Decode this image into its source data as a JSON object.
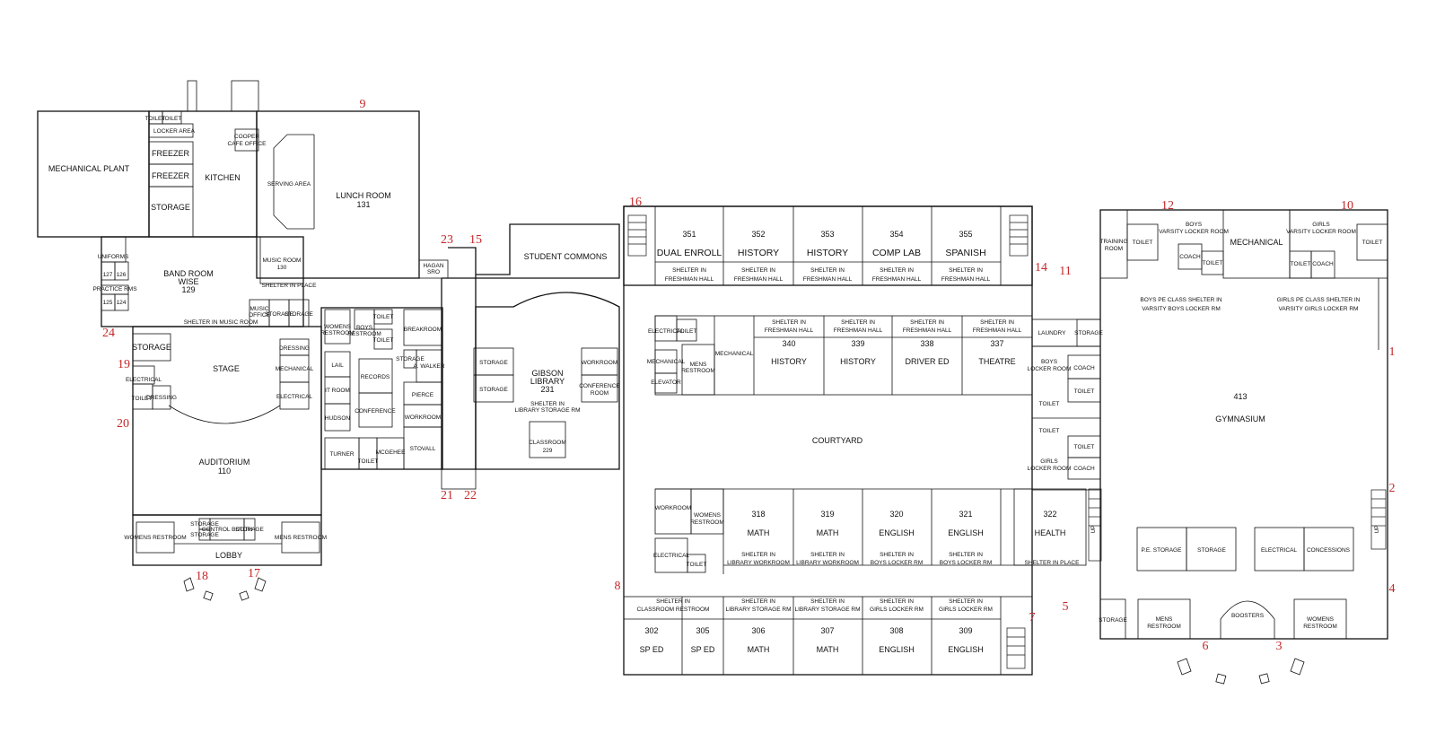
{
  "rooms": {
    "mechanical_plant": "MECHANICAL PLANT",
    "toilet_1": "TOILET",
    "toilet_2": "TOILET",
    "locker_area": "LOCKER AREA",
    "freezer_1": "FREEZER",
    "freezer_2": "FREEZER",
    "storage_kitchen": "STORAGE",
    "kitchen": "KITCHEN",
    "cooper": "COOPER",
    "cafe_office": "CAFE OFFICE",
    "serving_area": "SERVING AREA",
    "lunch_room": "LUNCH ROOM",
    "lunch_room_num": "131",
    "uniforms": "UNIFORMS",
    "r127": "127",
    "r126": "126",
    "practice_rms": "PRACTICE RMS",
    "r125": "125",
    "r124": "124",
    "band_room": "BAND ROOM",
    "band_wise": "WISE",
    "band_num": "129",
    "music_room": "MUSIC ROOM",
    "music_room_num": "130",
    "shelter_in_place_music": "SHELTER IN PLACE",
    "shelter_in_music_room": "SHELTER IN MUSIC ROOM",
    "music_office_1": "MUSIC",
    "music_office_2": "OFFICE",
    "storage_music_1": "STORAGE",
    "storage_music_2": "STORAGE",
    "hagan_1": "HAGAN",
    "hagan_2": "SRO",
    "storage_stage": "STORAGE",
    "stage": "STAGE",
    "dressing_1": "DRESSING",
    "dressing_2": "DRESSING",
    "electrical_stage_l": "ELECTRICAL",
    "toilet_stage": "TOILET",
    "mechanical_stage": "MECHANICAL",
    "electrical_stage_r": "ELECTRICAL",
    "auditorium": "AUDITORIUM",
    "auditorium_num": "110",
    "womens_restroom_lobby": "WOMENS RESTROOM",
    "storage_booth_1": "STORAGE",
    "storage_booth_2": "STORAGE",
    "control_booth": "CONTROL BOOTH",
    "storage_booth_3": "STORAGE",
    "mens_restroom_lobby": "MENS RESTROOM",
    "lobby": "LOBBY",
    "womens_restroom_admin_1": "WOMENS",
    "womens_restroom_admin_2": "RESTROOM",
    "boys_restroom_1": "BOYS",
    "boys_restroom_2": "RESTROOM",
    "toilet_admin_1": "TOILET",
    "toilet_admin_2": "TOILET",
    "lail": "LAIL",
    "it_room": "IT ROOM",
    "records": "RECORDS",
    "conference_admin": "CONFERENCE",
    "hudson": "HUDSON",
    "turner": "TURNER",
    "toilet_admin_3": "TOILET",
    "mcgehee": "MCGEHEE",
    "breakroom": "BREAKROOM",
    "storage_admin": "STORAGE",
    "a_walker": "A. WALKER",
    "pierce": "PIERCE",
    "workroom_admin": "WORKROOM",
    "stovall": "STOVALL",
    "student_commons": "STUDENT COMMONS",
    "storage_lib_1": "STORAGE",
    "storage_lib_2": "STORAGE",
    "gibson_library_1": "GIBSON",
    "gibson_library_2": "LIBRARY",
    "gibson_library_num": "231",
    "shelter_library_1": "SHELTER IN",
    "shelter_library_2": "LIBRARY STORAGE RM",
    "workroom_lib": "WORKROOM",
    "conference_lib_1": "CONFERENCE",
    "conference_lib_2": "ROOM",
    "classroom_229_1": "CLASSROOM",
    "classroom_229_2": "229",
    "r351_num": "351",
    "r351": "DUAL ENROLL",
    "r352_num": "352",
    "r352": "HISTORY",
    "r353_num": "353",
    "r353": "HISTORY",
    "r354_num": "354",
    "r354": "COMP LAB",
    "r355_num": "355",
    "r355": "SPANISH",
    "shelter_in": "SHELTER IN",
    "freshman_hall": "FRESHMAN HALL",
    "electrical_300": "ELECTRICAL",
    "toilet_300": "TOILET",
    "mechanical_300": "MECHANICAL",
    "elevator": "ELEVATOR",
    "mens_restroom_300_1": "MENS",
    "mens_restroom_300_2": "RESTROOM",
    "mechanical_300b": "MECHANICAL",
    "r340_num": "340",
    "r340": "HISTORY",
    "r339_num": "339",
    "r339": "HISTORY",
    "r338_num": "338",
    "r338": "DRIVER ED",
    "r337_num": "337",
    "r337": "THEATRE",
    "laundry": "LAUNDRY",
    "storage_laundry": "STORAGE",
    "boys_locker_room_1": "BOYS",
    "boys_locker_room_2": "LOCKER ROOM",
    "coach_1": "COACH",
    "toilet_coach_1": "TOILET",
    "toilet_boys": "TOILET",
    "courtyard": "COURTYARD",
    "toilet_girls": "TOILET",
    "girls_locker_room_1": "GIRLS",
    "girls_locker_room_2": "LOCKER ROOM",
    "toilet_coach_2": "TOILET",
    "coach_2": "COACH",
    "workroom_300": "WORKROOM",
    "womens_restroom_300_1": "WOMENS",
    "womens_restroom_300_2": "RESTROOM",
    "electrical_300b": "ELECTRICAL",
    "toilet_300b": "TOILET",
    "r318_num": "318",
    "r318": "MATH",
    "r319_num": "319",
    "r319": "MATH",
    "r320_num": "320",
    "r320": "ENGLISH",
    "r321_num": "321",
    "r321": "ENGLISH",
    "r322_num": "322",
    "r322": "HEALTH",
    "shelter_library_workroom": "LIBRARY WORKROOM",
    "shelter_boys_locker_rm": "BOYS LOCKER RM",
    "shelter_in_place": "SHELTER IN PLACE",
    "shelter_classroom_restroom": "CLASSROOM RESTROOM",
    "shelter_library_storage_rm": "LIBRARY STORAGE RM",
    "shelter_girls_locker_rm": "GIRLS LOCKER RM",
    "r302_num": "302",
    "r302": "SP ED",
    "r305_num": "305",
    "r305": "SP ED",
    "r306_num": "306",
    "r306": "MATH",
    "r307_num": "307",
    "r307": "MATH",
    "r308_num": "308",
    "r308": "ENGLISH",
    "r309_num": "309",
    "r309": "ENGLISH",
    "training_room_1": "TRAINING",
    "training_room_2": "ROOM",
    "toilet_gym_1": "TOILET",
    "boys_varsity_1": "BOYS",
    "boys_varsity_2": "VARSITY LOCKER ROOM",
    "coach_gym_1": "COACH",
    "toilet_gym_2": "TOILET",
    "mechanical_gym": "MECHANICAL",
    "girls_varsity_1": "GIRLS",
    "girls_varsity_2": "VARSITY LOCKER ROOM",
    "toilet_gym_3": "TOILET",
    "toilet_gym_4": "TOILET",
    "coach_gym_2": "COACH",
    "boys_pe_1": "BOYS PE CLASS SHELTER IN",
    "boys_pe_2": "VARSITY BOYS LOCKER RM",
    "girls_pe_1": "GIRLS PE CLASS SHELTER IN",
    "girls_pe_2": "VARSITY GIRLS LOCKER RM",
    "gym_num": "413",
    "gymnasium": "GYMNASIUM",
    "pe_storage": "P.E. STORAGE",
    "storage_gym": "STORAGE",
    "electrical_gym": "ELECTRICAL",
    "concessions": "CONCESSIONS",
    "up_1": "UP",
    "up_2": "UP",
    "storage_gym_lobby": "STORAGE",
    "mens_restroom_gym_1": "MENS",
    "mens_restroom_gym_2": "RESTROOM",
    "boosters": "BOOSTERS",
    "womens_restroom_gym_1": "WOMENS",
    "womens_restroom_gym_2": "RESTROOM"
  },
  "exits": {
    "e1": "1",
    "e2": "2",
    "e3": "3",
    "e4": "4",
    "e5": "5",
    "e6": "6",
    "e7": "7",
    "e8": "8",
    "e9": "9",
    "e10": "10",
    "e11": "11",
    "e12": "12",
    "e14": "14",
    "e15": "15",
    "e16": "16",
    "e17": "17",
    "e18": "18",
    "e19": "19",
    "e20": "20",
    "e21": "21",
    "e22": "22",
    "e23": "23",
    "e24": "24"
  },
  "colors": {
    "exit_numbers": "#c4282a",
    "walls": "#111111"
  }
}
